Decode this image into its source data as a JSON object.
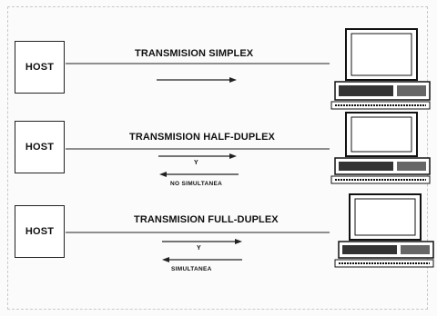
{
  "rows": [
    {
      "host_label": "HOST",
      "title": "TRANSMISION SIMPLEX",
      "arrows": [
        "right"
      ],
      "connector": "",
      "note": ""
    },
    {
      "host_label": "HOST",
      "title": "TRANSMISION HALF-DUPLEX",
      "arrows": [
        "right",
        "left"
      ],
      "connector": "Y",
      "note": "NO SIMULTANEA"
    },
    {
      "host_label": "HOST",
      "title": "TRANSMISION FULL-DUPLEX",
      "arrows": [
        "right",
        "left"
      ],
      "connector": "Y",
      "note": "SIMULTANEA"
    }
  ],
  "icons": {
    "host": "host-box",
    "terminal": "computer-terminal-icon",
    "arrow": "arrow-icon"
  },
  "colors": {
    "line": "#222222",
    "background": "#fbfbfb"
  }
}
